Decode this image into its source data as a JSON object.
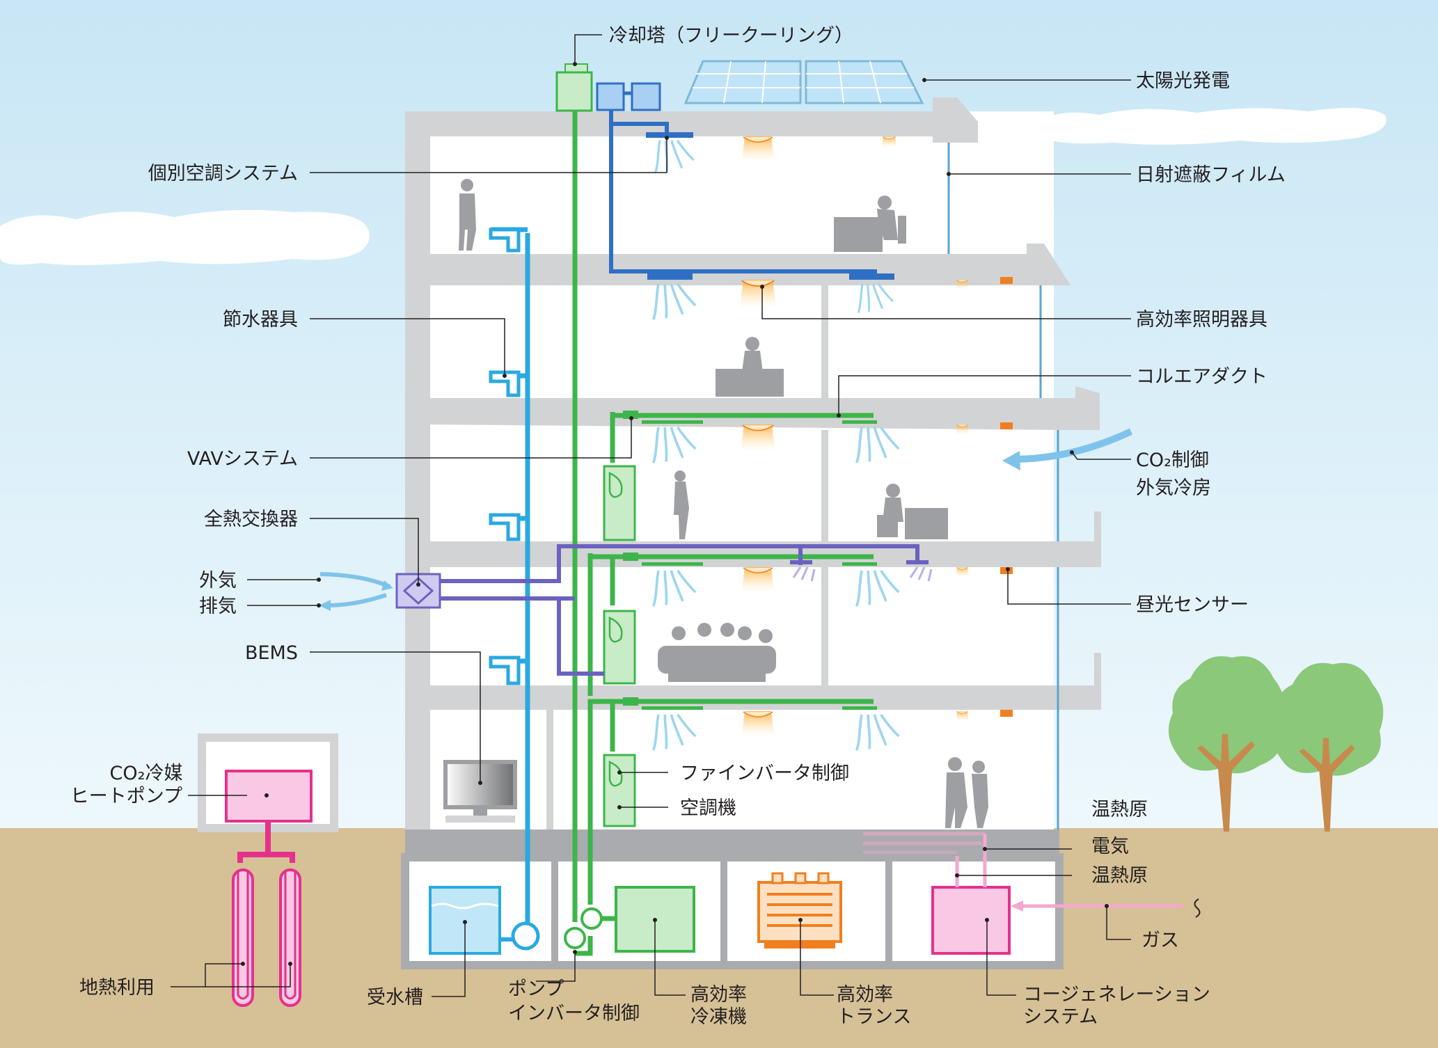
{
  "labels": {
    "cooling_tower": "冷却塔（フリークーリング）",
    "solar_power": "太陽光発電",
    "individual_ac": "個別空調システム",
    "solar_film": "日射遮蔽フィルム",
    "water_saving": "節水器具",
    "high_eff_lighting": "高効率照明器具",
    "corrugated_duct": "コルエアダクト",
    "vav_system": "VAVシステム",
    "co2_control_line1": "CO₂制御",
    "co2_control_line2": "外気冷房",
    "heat_exchanger": "全熱交換器",
    "outside_air": "外気",
    "exhaust_air": "排気",
    "daylight_sensor": "昼光センサー",
    "bems": "BEMS",
    "co2_heatpump_line1": "CO₂冷媒",
    "co2_heatpump_line2": "ヒートポンプ",
    "inverter_control": "ファインバータ制御",
    "air_handler": "空調機",
    "heat_source_top": "温熱原",
    "electricity": "電気",
    "heat_source": "温熱原",
    "gas": "ガス",
    "geothermal": "地熱利用",
    "water_tank": "受水槽",
    "pump_line1": "ポンプ",
    "pump_line2": "インバータ制御",
    "chiller_line1": "高効率",
    "chiller_line2": "冷凍機",
    "transformer_line1": "高効率",
    "transformer_line2": "トランス",
    "cogen_line1": "コージェネレーション",
    "cogen_line2": "システム"
  },
  "colors": {
    "sky_top": "#c8e6f5",
    "sky_bottom": "#eef8fc",
    "ground": "#d6c096",
    "building": "#d2d3d4",
    "water_pipe": "#29a9e0",
    "chilled_pipe": "#3db54a",
    "refrigerant_pipe": "#2e6fc4",
    "ventilation_duct": "#6b62c0",
    "light": "#f07f1f",
    "geothermal": "#e5318b",
    "gas_pipe": "#f4a8d0"
  },
  "icons": {
    "airflow": "airflow-icon",
    "light": "ceiling-light-icon",
    "pump": "pump-icon",
    "monitor": "monitor-icon",
    "tree": "tree-icon",
    "person": "person-silhouette-icon"
  }
}
